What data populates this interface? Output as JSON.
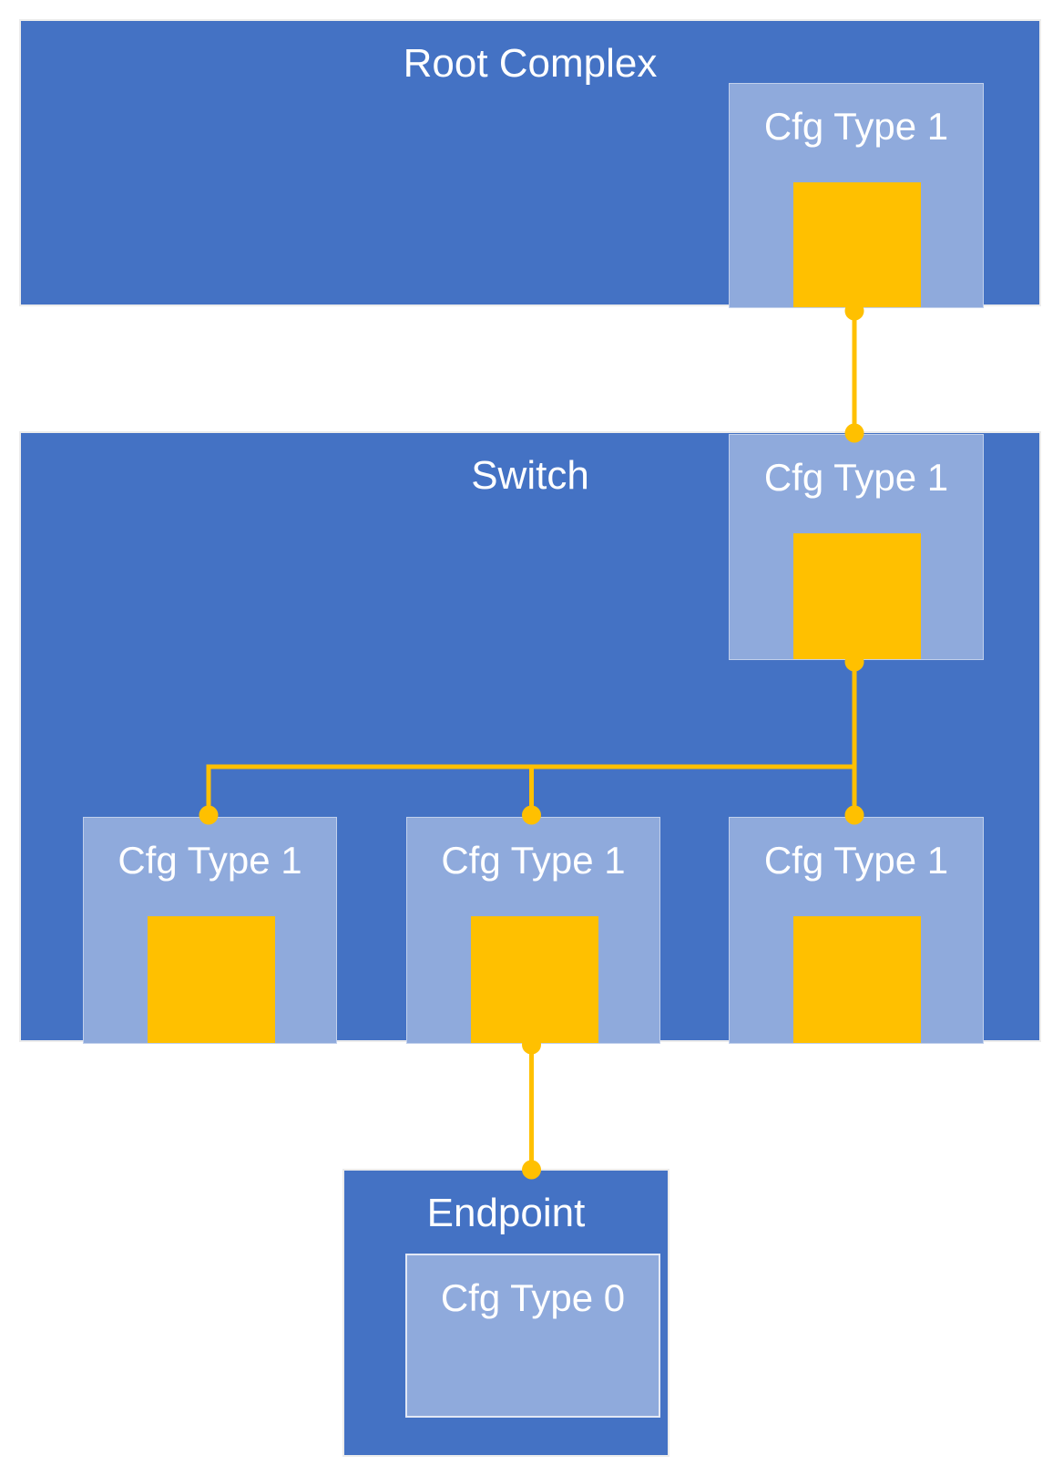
{
  "diagram": {
    "root_complex": {
      "title": "Root Complex",
      "port": {
        "label": "Cfg Type 1"
      }
    },
    "switch": {
      "title": "Switch",
      "upstream_port": {
        "label": "Cfg Type 1"
      },
      "downstream_ports": [
        {
          "label": "Cfg Type 1"
        },
        {
          "label": "Cfg Type 1"
        },
        {
          "label": "Cfg Type 1"
        }
      ]
    },
    "endpoint": {
      "title": "Endpoint",
      "port": {
        "label": "Cfg Type 0"
      }
    },
    "colors": {
      "box_blue": "#4472C4",
      "port_blue": "#8FAADC",
      "accent_gold": "#FFC000",
      "text_white": "#FFFFFF"
    }
  }
}
